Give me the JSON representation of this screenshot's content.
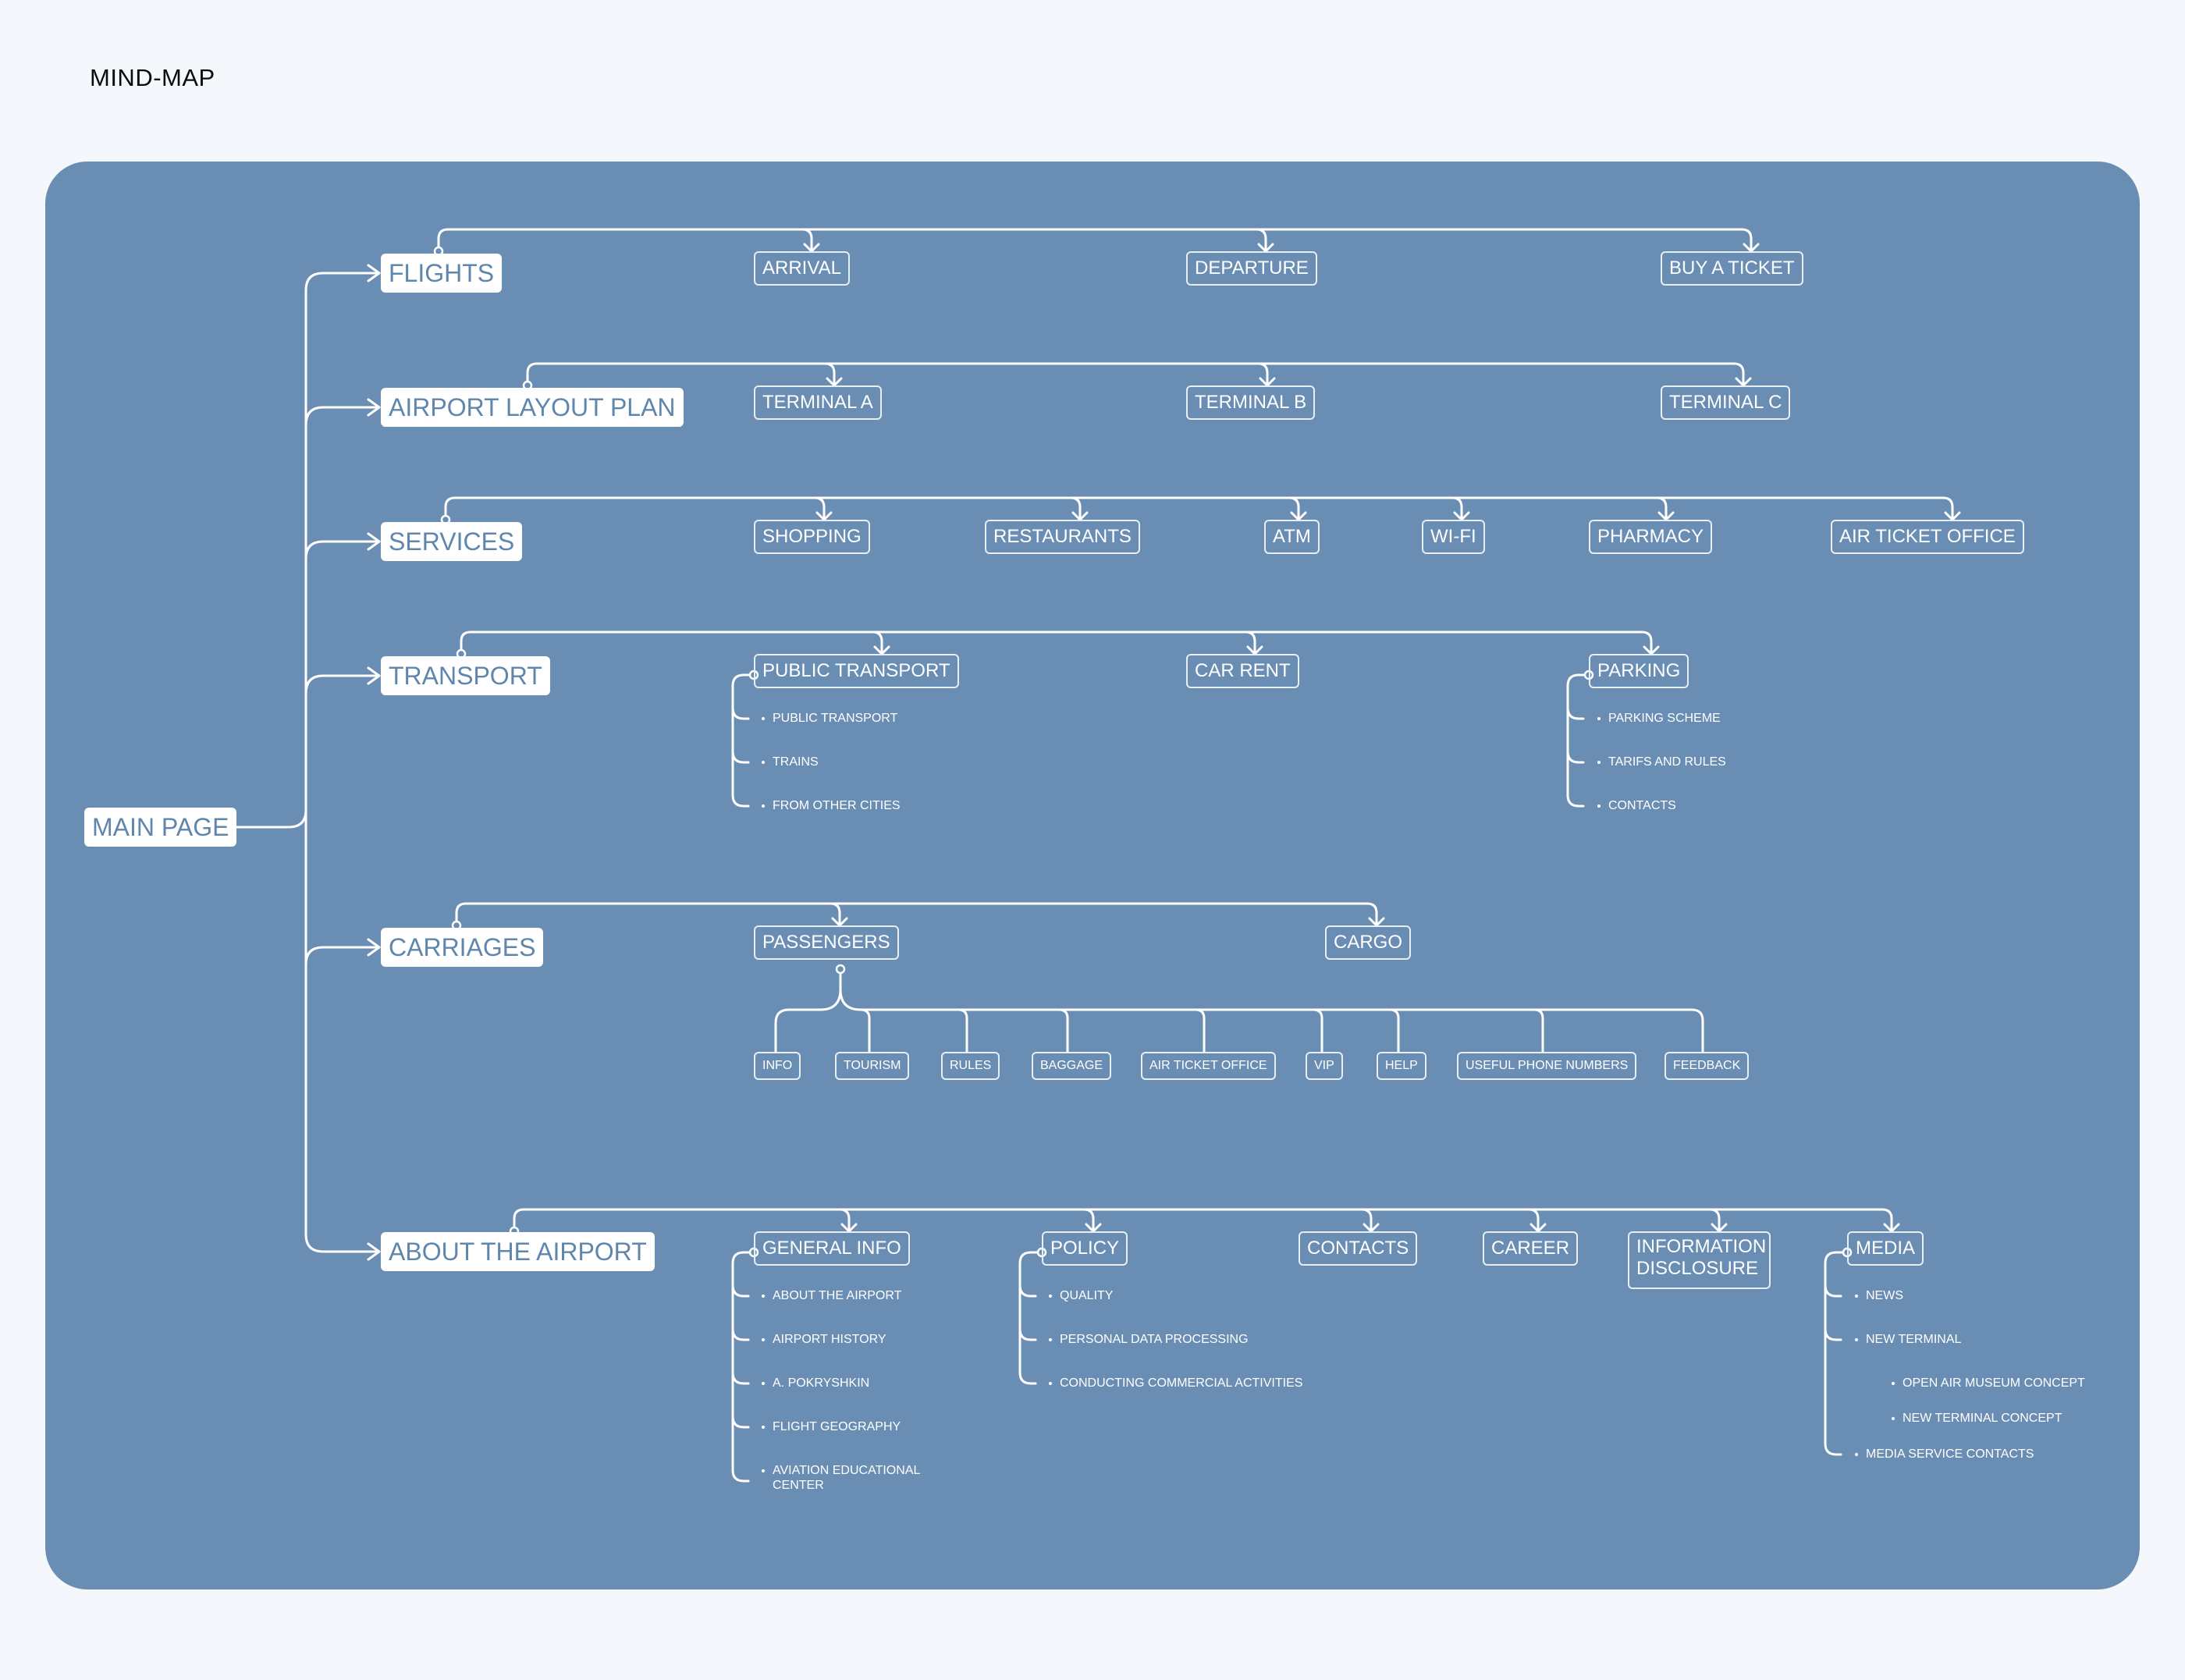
{
  "title": "MIND-MAP",
  "root": "MAIN PAGE",
  "sections": {
    "flights": {
      "label": "FLIGHTS",
      "children": [
        "ARRIVAL",
        "DEPARTURE",
        "BUY A TICKET"
      ]
    },
    "layout": {
      "label": "AIRPORT LAYOUT PLAN",
      "children": [
        "TERMINAL A",
        "TERMINAL B",
        "TERMINAL C"
      ]
    },
    "services": {
      "label": "SERVICES",
      "children": [
        "SHOPPING",
        "RESTAURANTS",
        "ATM",
        "WI-FI",
        "PHARMACY",
        "AIR TICKET OFFICE"
      ]
    },
    "transport": {
      "label": "TRANSPORT",
      "public_transport": {
        "label": "PUBLIC TRANSPORT",
        "items": [
          "PUBLIC TRANSPORT",
          "TRAINS",
          "FROM OTHER CITIES"
        ]
      },
      "car_rent": "CAR RENT",
      "parking": {
        "label": "PARKING",
        "items": [
          "PARKING SCHEME",
          "TARIFS AND RULES",
          "CONTACTS"
        ]
      }
    },
    "carriages": {
      "label": "CARRIAGES",
      "passengers": {
        "label": "PASSENGERS",
        "items": [
          "INFO",
          "TOURISM",
          "RULES",
          "BAGGAGE",
          "AIR TICKET OFFICE",
          "VIP",
          "HELP",
          "USEFUL PHONE NUMBERS",
          "FEEDBACK"
        ]
      },
      "cargo": "CARGO"
    },
    "about": {
      "label": "ABOUT THE AIRPORT",
      "general_info": {
        "label": "GENERAL INFO",
        "items": [
          "ABOUT THE AIRPORT",
          "AIRPORT HISTORY",
          "A. POKRYSHKIN",
          "FLIGHT GEOGRAPHY",
          "AVIATION EDUCATIONAL CENTER"
        ]
      },
      "policy": {
        "label": "POLICY",
        "items": [
          "QUALITY",
          "PERSONAL DATA PROCESSING",
          "CONDUCTING COMMERCIAL ACTIVITIES"
        ]
      },
      "contacts": "CONTACTS",
      "career": "CAREER",
      "disclosure": "INFORMATION DISCLOSURE",
      "media": {
        "label": "MEDIA",
        "items": [
          "NEWS",
          "NEW TERMINAL",
          "MEDIA SERVICE CONTACTS"
        ],
        "sub_items": [
          "OPEN AIR MUSEUM CONCEPT",
          "NEW TERMINAL CONCEPT"
        ]
      }
    }
  },
  "colors": {
    "background": "#f4f8fc",
    "panel": "#698db3",
    "line": "#ffffff",
    "main_node_text": "#5f86ad"
  }
}
